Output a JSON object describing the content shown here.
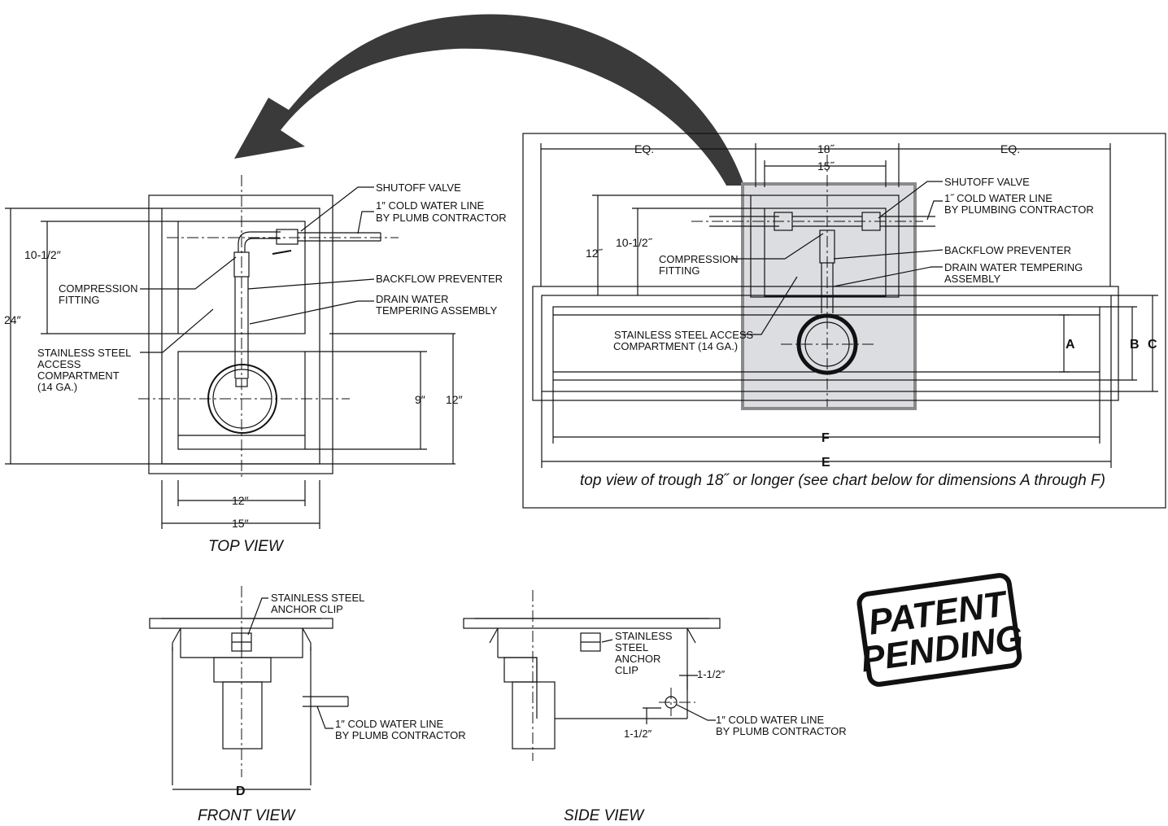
{
  "colors": {
    "ink": "#111111",
    "highlight": "#dcdde0",
    "highlight_border": "#8a8a8c",
    "arrow": "#3a3a3a"
  },
  "top_view": {
    "labels": {
      "shutoff_valve": "SHUTOFF VALVE",
      "cold_water_1": "1″ COLD WATER LINE",
      "cold_water_2": "BY PLUMB CONTRACTOR",
      "compression_1": "COMPRESSION",
      "compression_2": "FITTING",
      "backflow": "BACKFLOW PREVENTER",
      "drain_1": "DRAIN WATER",
      "drain_2": "TEMPERING ASSEMBLY",
      "ss_1": "STAINLESS STEEL",
      "ss_2": "ACCESS",
      "ss_3": "COMPARTMENT",
      "ss_4": "(14 GA.)"
    },
    "dims": {
      "d_10_5": "10-1/2″",
      "d_24": "24″",
      "d_9": "9″",
      "d_12v": "12″",
      "d_12h": "12″",
      "d_15": "15″"
    },
    "caption": "TOP VIEW"
  },
  "trough_view": {
    "labels": {
      "shutoff_valve": "SHUTOFF VALVE",
      "cold_water_1": "1˝ COLD WATER LINE",
      "cold_water_2": "BY PLUMBING CONTRACTOR",
      "compression_1": "COMPRESSION",
      "compression_2": "FITTING",
      "backflow": "BACKFLOW PREVENTER",
      "drain_1": "DRAIN WATER TEMPERING",
      "drain_2": "ASSEMBLY",
      "ss_1": "STAINLESS STEEL ACCESS",
      "ss_2": "COMPARTMENT (14 GA.)"
    },
    "dims": {
      "eq_left": "EQ.",
      "d_18": "18˝",
      "eq_right": "EQ.",
      "d_15": "15˝",
      "d_12": "12˝",
      "d_10_5": "10-1/2˝",
      "a": "A",
      "b": "B",
      "c": "C",
      "f": "F",
      "e": "E"
    },
    "caption": "top view of trough 18˝ or longer (see chart below for dimensions A through F)"
  },
  "front_view": {
    "labels": {
      "clip_1": "STAINLESS STEEL",
      "clip_2": "ANCHOR CLIP",
      "cold_water_1": "1″ COLD WATER LINE",
      "cold_water_2": "BY PLUMB CONTRACTOR"
    },
    "dims": {
      "d": "D"
    },
    "caption": "FRONT VIEW"
  },
  "side_view": {
    "labels": {
      "clip_1": "STAINLESS",
      "clip_2": "STEEL",
      "clip_3": "ANCHOR",
      "clip_4": "CLIP",
      "cold_water_1": "1″ COLD WATER LINE",
      "cold_water_2": "BY PLUMB CONTRACTOR"
    },
    "dims": {
      "d_1_5_top": "1-1/2″",
      "d_1_5_bottom": "1-1/2″"
    },
    "caption": "SIDE VIEW"
  },
  "badge": {
    "line1": "PATENT",
    "line2": "PENDING"
  }
}
